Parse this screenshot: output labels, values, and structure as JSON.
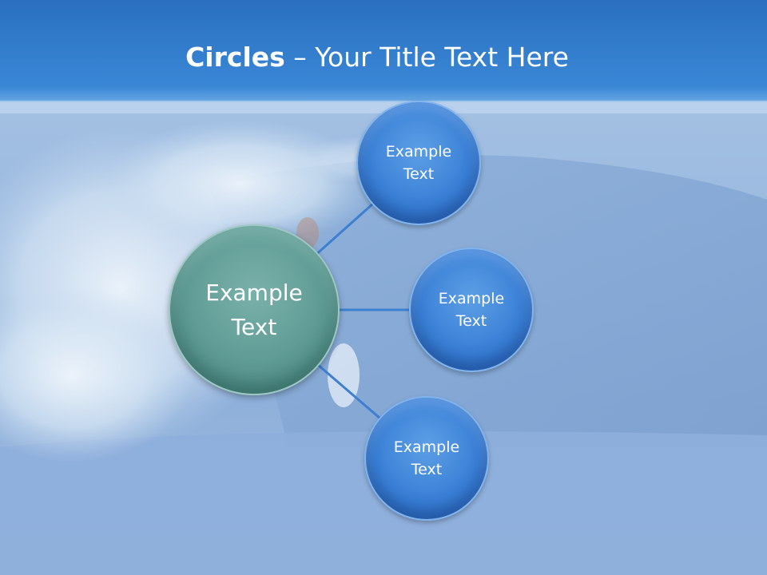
{
  "title": {
    "bold": "Circles",
    "rest": " – Your Title Text Here"
  },
  "diagram": {
    "center": {
      "label": "Example\nText",
      "color": "#5e9b94"
    },
    "nodes": [
      {
        "label": "Example\nText",
        "color": "#3a80d6"
      },
      {
        "label": "Example\nText",
        "color": "#3a80d6"
      },
      {
        "label": "Example\nText",
        "color": "#3a80d6"
      }
    ],
    "connector_color": "#3d7fd0"
  },
  "background": {
    "header_color": "#2f7acd",
    "scene": "ocean wave with surfer"
  }
}
